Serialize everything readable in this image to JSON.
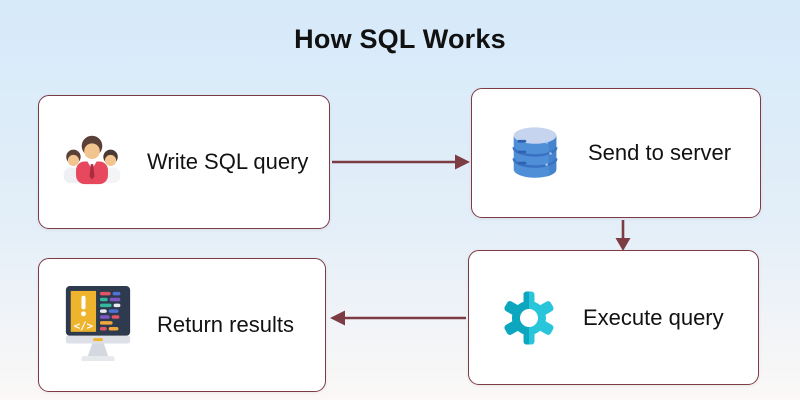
{
  "title": "How SQL Works",
  "steps": [
    {
      "id": "write-sql-query",
      "label": "Write SQL query",
      "icon": "team-icon"
    },
    {
      "id": "send-to-server",
      "label": "Send to server",
      "icon": "database-icon"
    },
    {
      "id": "execute-query",
      "label": "Execute query",
      "icon": "gear-icon"
    },
    {
      "id": "return-results",
      "label": "Return results",
      "icon": "monitor-code-icon"
    }
  ],
  "flow": [
    {
      "from": "write-sql-query",
      "to": "send-to-server"
    },
    {
      "from": "send-to-server",
      "to": "execute-query"
    },
    {
      "from": "execute-query",
      "to": "return-results"
    }
  ],
  "colors": {
    "arrow": "#7d3b44",
    "box_border": "#7d3b44",
    "background_top": "#d6eafa",
    "background_bottom": "#fbf8f7",
    "gear_light": "#29c5da",
    "gear_dark": "#0ca6bf",
    "database_blue": "#4e8fd8"
  }
}
